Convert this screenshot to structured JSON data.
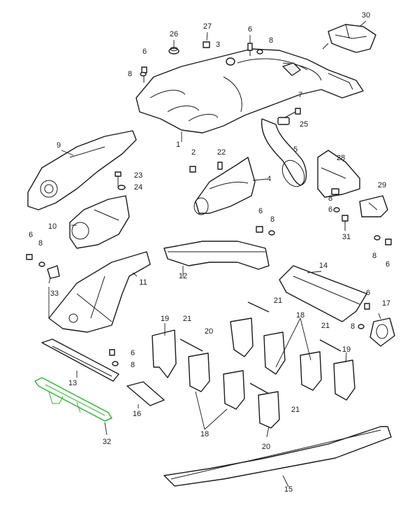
{
  "highlight_color": "#2eb82e",
  "callouts": {
    "c1": "1",
    "c2": "2",
    "c3": "3",
    "c4": "4",
    "c5": "5",
    "c6": "6",
    "c7": "7",
    "c8": "8",
    "c9": "9",
    "c10": "10",
    "c11": "11",
    "c12": "12",
    "c13": "13",
    "c14": "14",
    "c15": "15",
    "c16": "16",
    "c17": "17",
    "c18": "18",
    "c19": "19",
    "c20": "20",
    "c21": "21",
    "c22": "22",
    "c23": "23",
    "c24": "24",
    "c25": "25",
    "c26": "26",
    "c27": "27",
    "c28": "28",
    "c29": "29",
    "c30": "30",
    "c31": "31",
    "c32": "32",
    "c33": "33"
  },
  "highlighted_part": "32"
}
